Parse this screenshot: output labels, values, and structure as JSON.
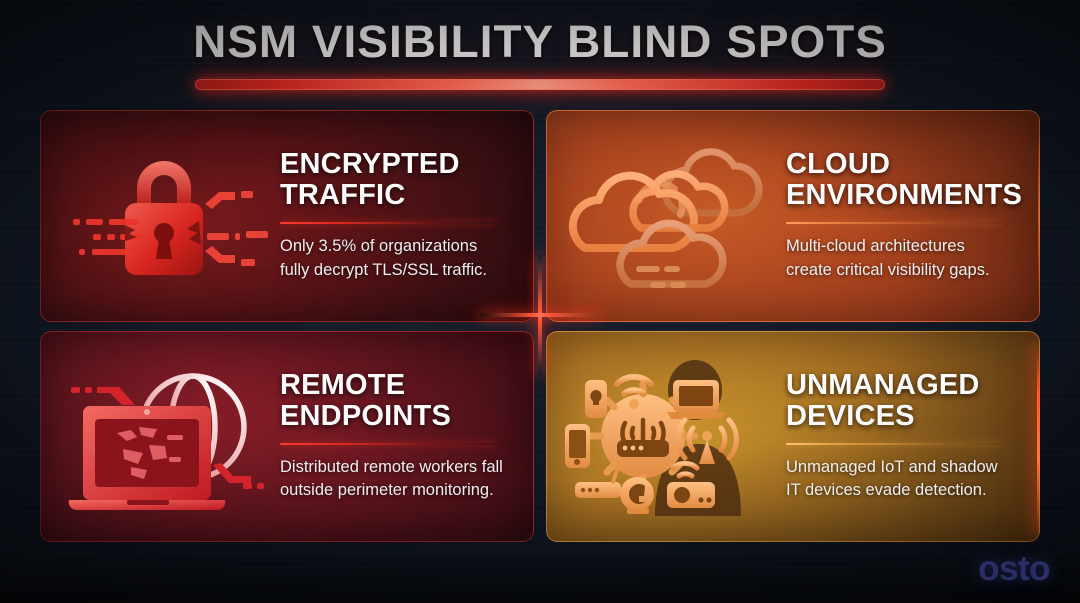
{
  "header": {
    "title": "NSM VISIBILITY BLIND SPOTS"
  },
  "cards": [
    {
      "id": "encrypted-traffic",
      "icon": "padlock-icon",
      "title_line1": "ENCRYPTED",
      "title_line2": "TRAFFIC",
      "desc_line1": "Only 3.5% of organizations",
      "desc_line2": "fully decrypt TLS/SSL traffic.",
      "accent": "#e03024",
      "bg": "#5c1417"
    },
    {
      "id": "cloud-environments",
      "icon": "clouds-icon",
      "title_line1": "CLOUD",
      "title_line2": "ENVIRONMENTS",
      "desc_line1": "Multi-cloud architectures",
      "desc_line2": "create critical visibility gaps.",
      "accent": "#e0763a",
      "bg": "#a9441f"
    },
    {
      "id": "remote-endpoints",
      "icon": "laptop-globe-icon",
      "title_line1": "REMOTE",
      "title_line2": "ENDPOINTS",
      "desc_line1": "Distributed remote workers fall",
      "desc_line2": "outside perimeter monitoring.",
      "accent": "#d62a20",
      "bg": "#6f1822"
    },
    {
      "id": "unmanaged-devices",
      "icon": "iot-devices-icon",
      "title_line1": "UNMANAGED",
      "title_line2": "DEVICES",
      "desc_line1": "Unmanaged IoT and shadow",
      "desc_line2": "IT devices evade detection.",
      "accent": "#d9953a",
      "bg": "#ab7524"
    }
  ],
  "logo": {
    "text": "osto",
    "color": "#2a2f63"
  },
  "theme": {
    "background": "#121a27",
    "title_color": "#f4f4f6",
    "underline_color": "#ff5a3c"
  }
}
